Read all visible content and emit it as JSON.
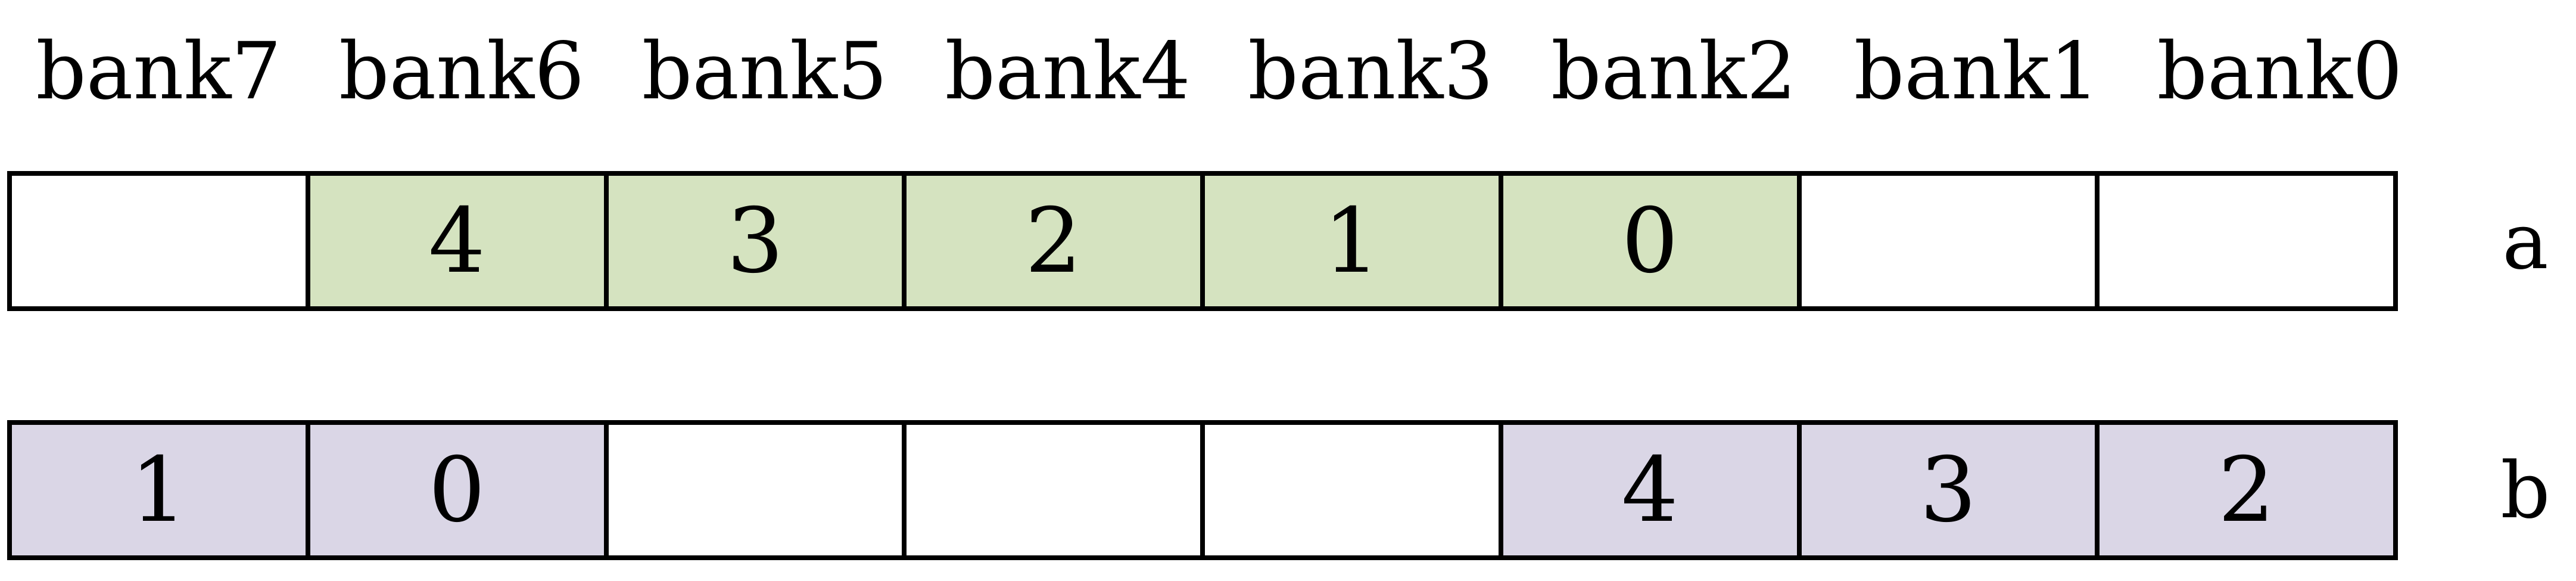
{
  "colors": {
    "row_a_fill": "#d5e3c0",
    "row_b_fill": "#dad6e6",
    "empty_fill": "#ffffff",
    "border": "#000000"
  },
  "bank_labels": [
    "bank7",
    "bank6",
    "bank5",
    "bank4",
    "bank3",
    "bank2",
    "bank1",
    "bank0"
  ],
  "rows": [
    {
      "name": "a",
      "cells": [
        {
          "value": "",
          "filled": false
        },
        {
          "value": "4",
          "filled": true
        },
        {
          "value": "3",
          "filled": true
        },
        {
          "value": "2",
          "filled": true
        },
        {
          "value": "1",
          "filled": true
        },
        {
          "value": "0",
          "filled": true
        },
        {
          "value": "",
          "filled": false
        },
        {
          "value": "",
          "filled": false
        }
      ]
    },
    {
      "name": "b",
      "cells": [
        {
          "value": "1",
          "filled": true
        },
        {
          "value": "0",
          "filled": true
        },
        {
          "value": "",
          "filled": false
        },
        {
          "value": "",
          "filled": false
        },
        {
          "value": "",
          "filled": false
        },
        {
          "value": "4",
          "filled": true
        },
        {
          "value": "3",
          "filled": true
        },
        {
          "value": "2",
          "filled": true
        }
      ]
    }
  ]
}
